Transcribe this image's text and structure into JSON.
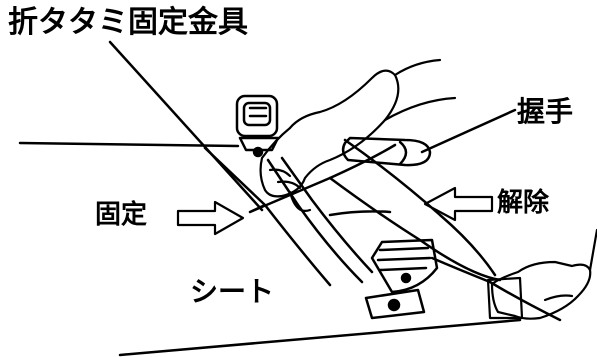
{
  "labels": {
    "title": "折タタミ固定金具",
    "grip": "握手",
    "fix": "固定",
    "release": "解除",
    "sheet": "シート"
  },
  "arrows": {
    "fix_direction": "right",
    "release_direction": "left"
  },
  "colors": {
    "ink": "#000000",
    "paper": "#ffffff"
  }
}
